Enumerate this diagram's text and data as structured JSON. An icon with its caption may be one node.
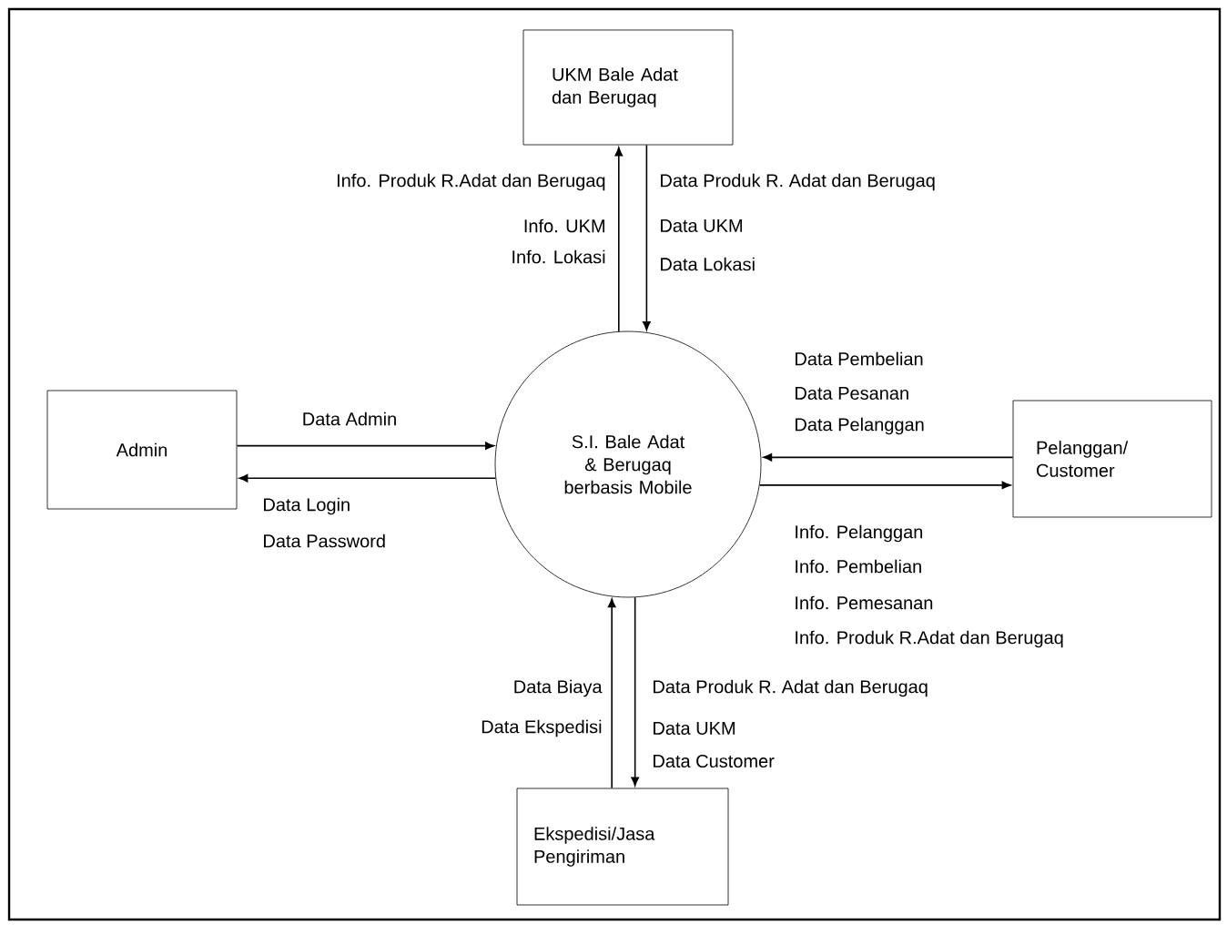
{
  "diagram": {
    "nodes": [
      {
        "text": [
          "UKM Bale Adat dan Berugaq"
        ]
      },
      {
        "text": [
          "Admin"
        ]
      },
      {
        "text": [
          "S.I. Bale Adat & Berugaq berbasis Mobile"
        ]
      },
      {
        "text": [
          "Pelanggan/ Customer"
        ]
      },
      {
        "text": [
          "Ekspedisi/Jasa Pengiriman"
        ]
      }
    ],
    "edges": [
      {
        "from": 2,
        "to": 0,
        "arrow": "to"
      },
      {
        "from": 0,
        "to": 2,
        "arrow": "to"
      },
      {
        "from": 1,
        "to": 2,
        "arrow": "to"
      },
      {
        "from": 2,
        "to": 1,
        "arrow": "to"
      },
      {
        "from": 3,
        "to": 2,
        "arrow": "to"
      },
      {
        "from": 2,
        "to": 3,
        "arrow": "to"
      },
      {
        "from": 4,
        "to": 2,
        "arrow": "to"
      },
      {
        "from": 2,
        "to": 4,
        "arrow": "to"
      }
    ],
    "labels": [
      "Info. Produk R.Adat dan Berugaq",
      "Info. UKM",
      "Info. Lokasi",
      "Data Produk R. Adat dan Berugaq",
      "Data UKM",
      "Data Lokasi",
      "Data Admin",
      "Data Login",
      "Data Password",
      "Data Pembelian",
      "Data Pesanan",
      "Data Pelanggan",
      "Info. Pelanggan",
      "Info. Pembelian",
      "Info. Pemesanan",
      "Info. Produk R.Adat dan Berugaq",
      "Data Biaya",
      "Data Ekspedisi",
      "Data Produk R. Adat dan Berugaq",
      "Data UKM",
      "Data Customer"
    ]
  }
}
